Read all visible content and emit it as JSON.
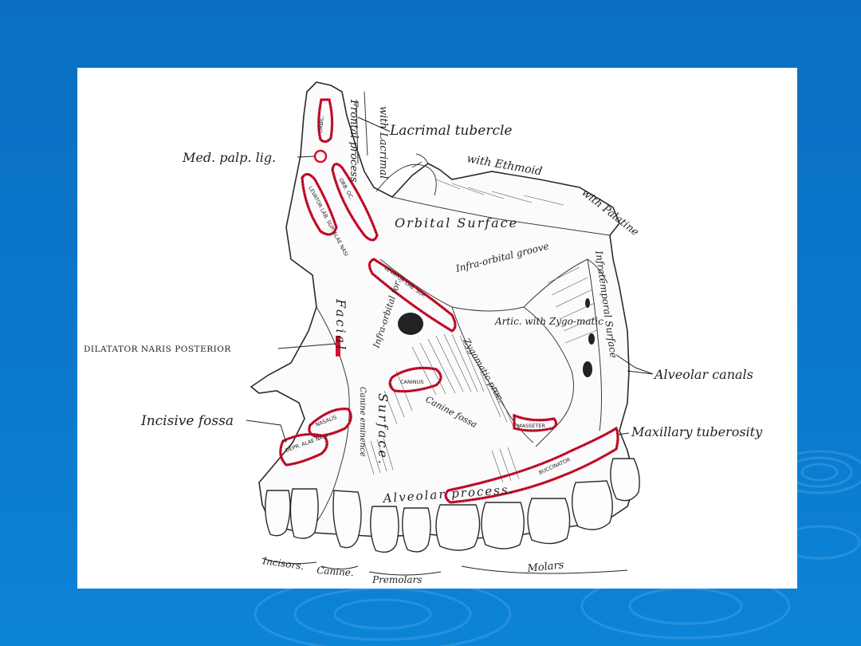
{
  "theme": {
    "background": "#0b74c8",
    "panel": "#ffffff",
    "muscle_outline": "#d8102e"
  },
  "labels": {
    "lacrimal_tubercle": "Lacrimal tubercle",
    "med_palp_lig": "Med. palp. lig.",
    "dilatator": "DILATATOR NARIS POSTERIOR",
    "incisive_fossa": "Incisive fossa",
    "alveolar_canals": "Alveolar canals",
    "maxillary_tuberosity": "Maxillary tuberosity",
    "frontal_process": "Frontal process",
    "with_lacrimal": "with Lacrimal",
    "with_ethmoid": "with Ethmoid",
    "with_palatine": "with Palatine",
    "orbital_surface": "Orbital Surface",
    "infraorbital_groove": "Infra-orbital groove",
    "infratemporal_surface": "Infratemporal Surface",
    "facial_surface_1": "Facial",
    "facial_surface_2": "Surface.",
    "infraorbital_foramen": "Infra-orbital for.",
    "artic_zygomatic": "Artic. with Zygo-matic",
    "zygomatic_process": "Zygomatic proc.",
    "canine_fossa": "Canine fossa",
    "canine_eminence": "Canine eminence",
    "alveolar_process": "Alveolar process.",
    "incisors": "Incisors.",
    "canine": "Canine.",
    "premolars": "Premolars",
    "molars": "Molars"
  },
  "muscles": {
    "orbic": "ORBIC.",
    "levator_lab_sup": "LEVATOR LAB. SUP.",
    "levator_lab_alae": "LEVATOR LAB. SUP. ALAE NASI",
    "caninus": "CANINUS",
    "nasalis": "NASALIS",
    "depressor": "DEPR. ALAE NASI",
    "masseter": "MASSETER",
    "buccinator": "BUCCINATOR",
    "orb_oculi": "ORB. OC."
  }
}
